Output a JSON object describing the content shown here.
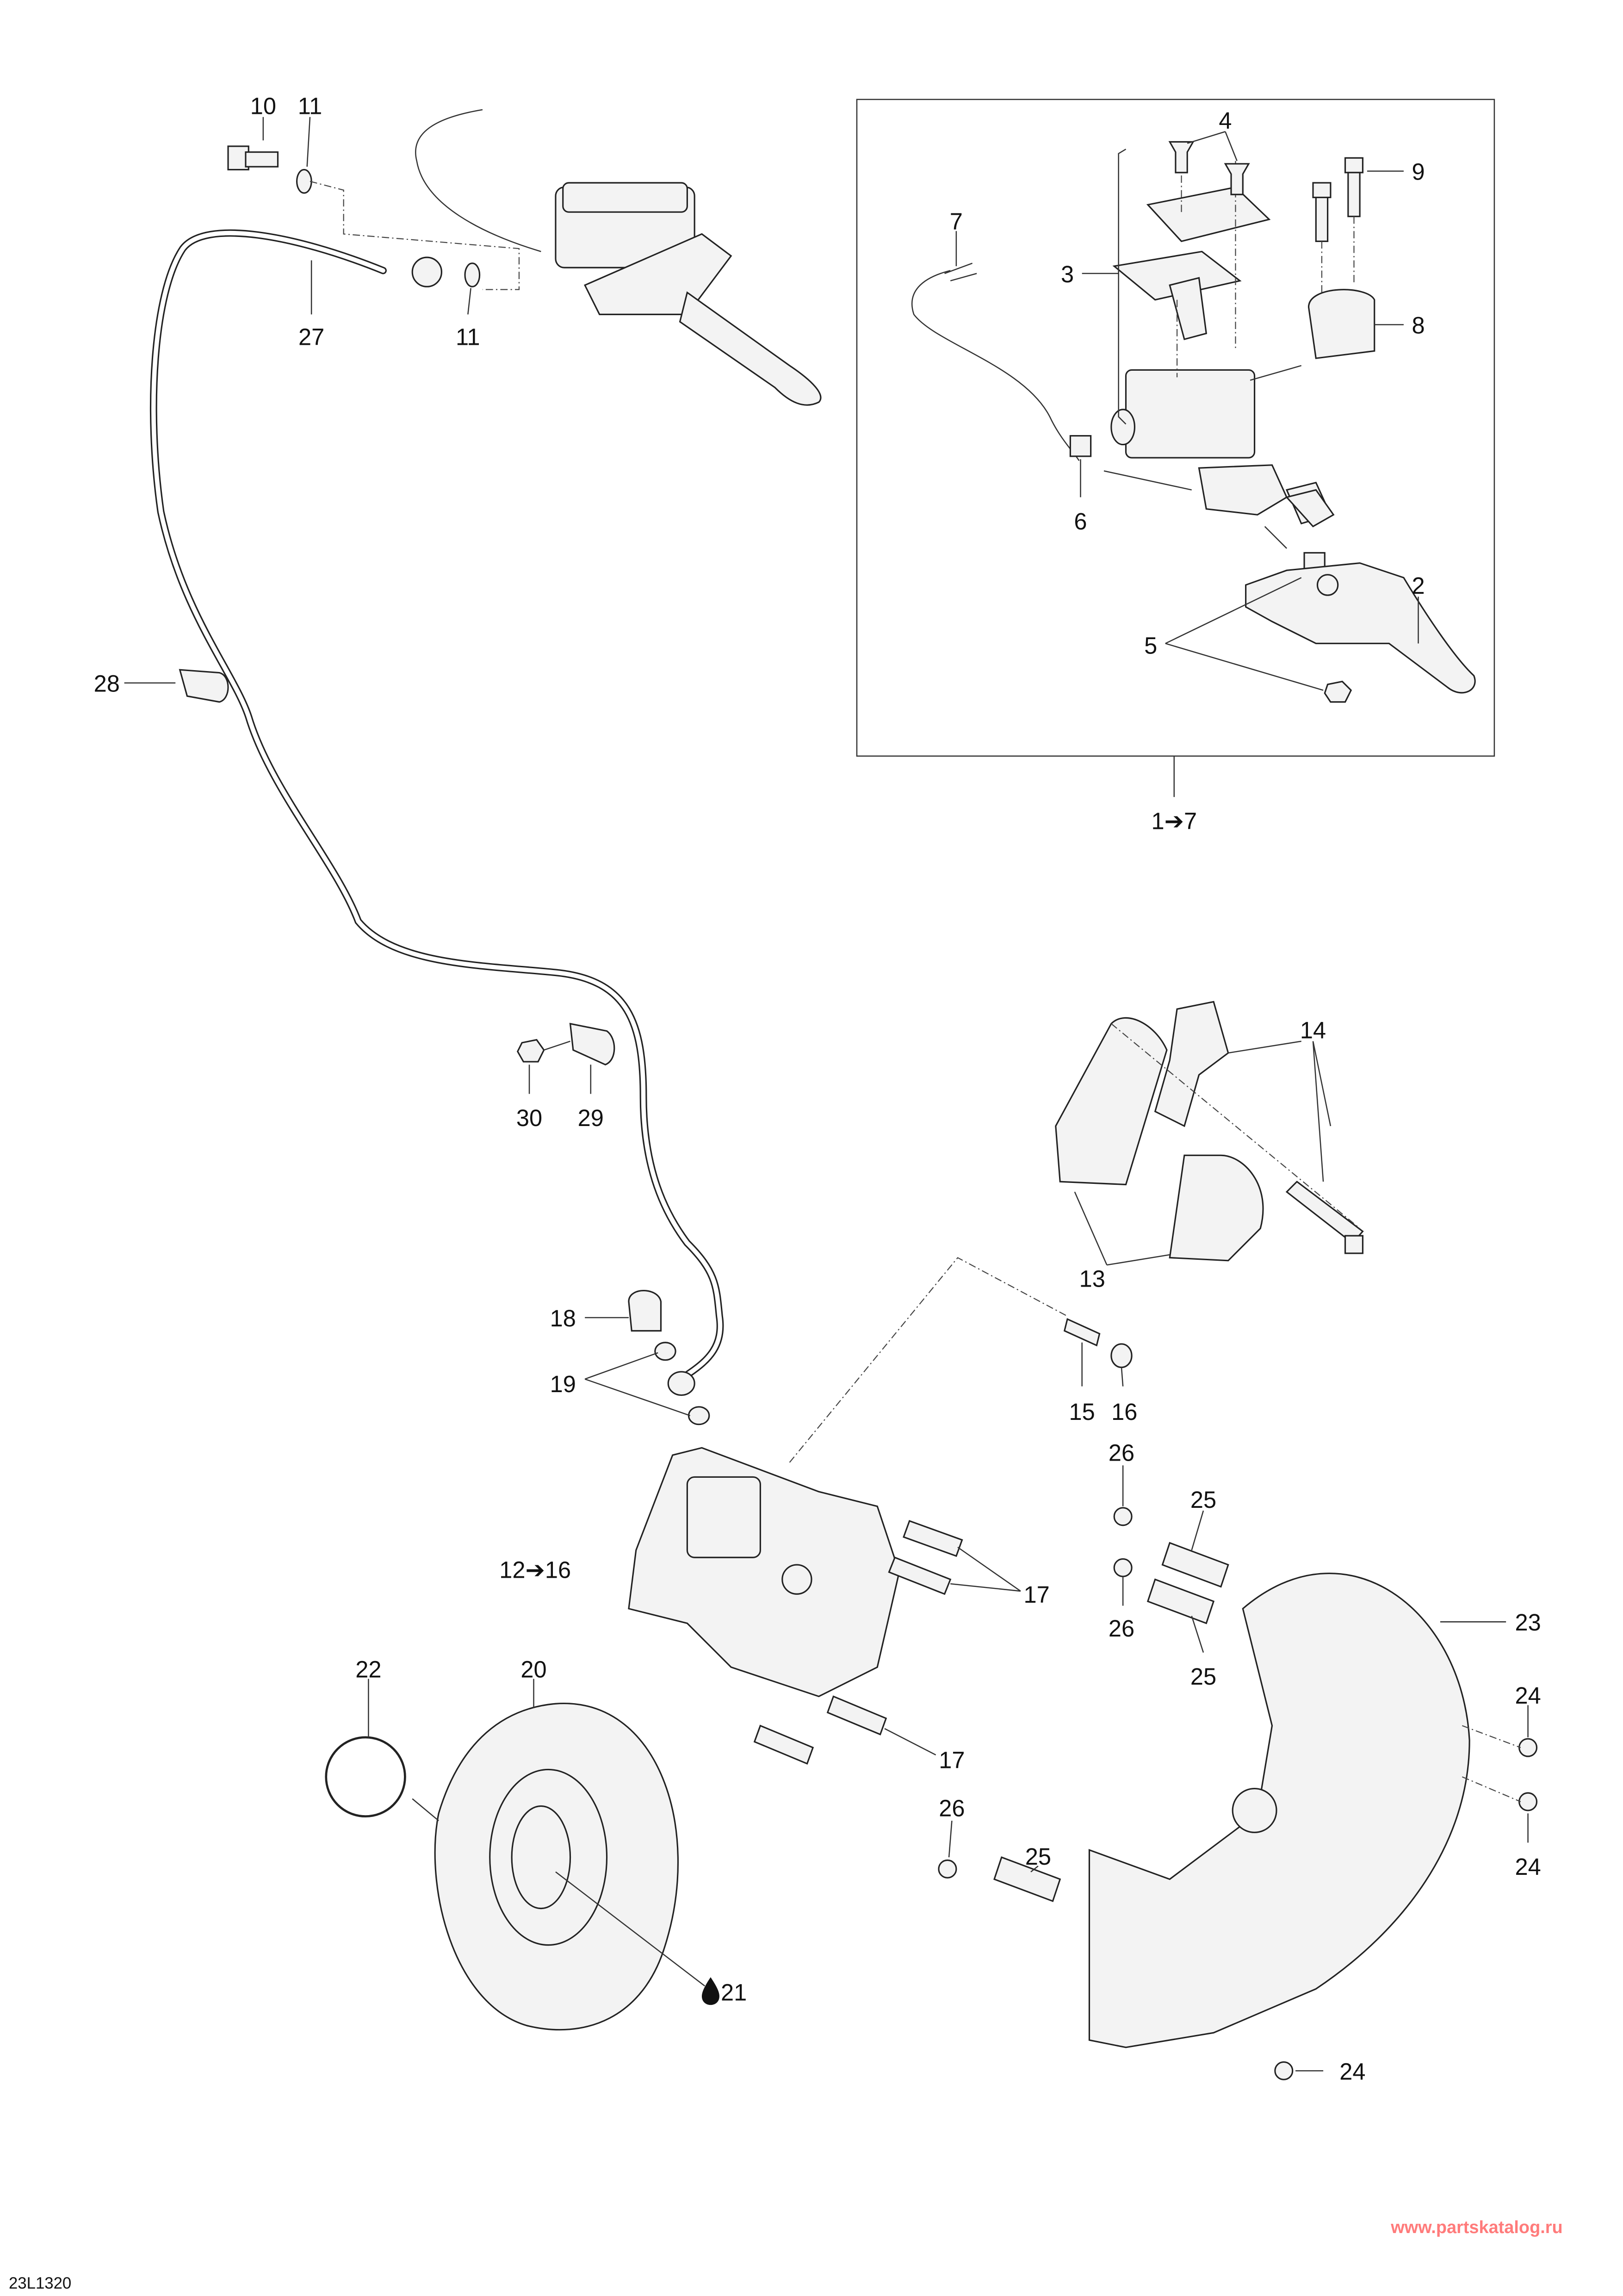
{
  "diagram_id": "23L1320",
  "watermark": "www.partskatalog.ru",
  "callouts": {
    "c10": "10",
    "c11a": "11",
    "c27": "27",
    "c11b": "11",
    "c7": "7",
    "c4": "4",
    "c9": "9",
    "c3": "3",
    "c8": "8",
    "c6": "6",
    "c5": "5",
    "c2": "2",
    "c1to7": "1➔7",
    "c28": "28",
    "c14": "14",
    "c30": "30",
    "c29": "29",
    "c13": "13",
    "c18": "18",
    "c19": "19",
    "c15": "15",
    "c16": "16",
    "c26a": "26",
    "c25a": "25",
    "c12to16": "12➔16",
    "c17a": "17",
    "c26b": "26",
    "c25b": "25",
    "c23": "23",
    "c22": "22",
    "c20": "20",
    "c24a": "24",
    "c17b": "17",
    "c26c": "26",
    "c25c": "25",
    "c24b": "24",
    "c21": "21",
    "c24c": "24"
  },
  "icons": {
    "lubricant": "drop-icon"
  }
}
